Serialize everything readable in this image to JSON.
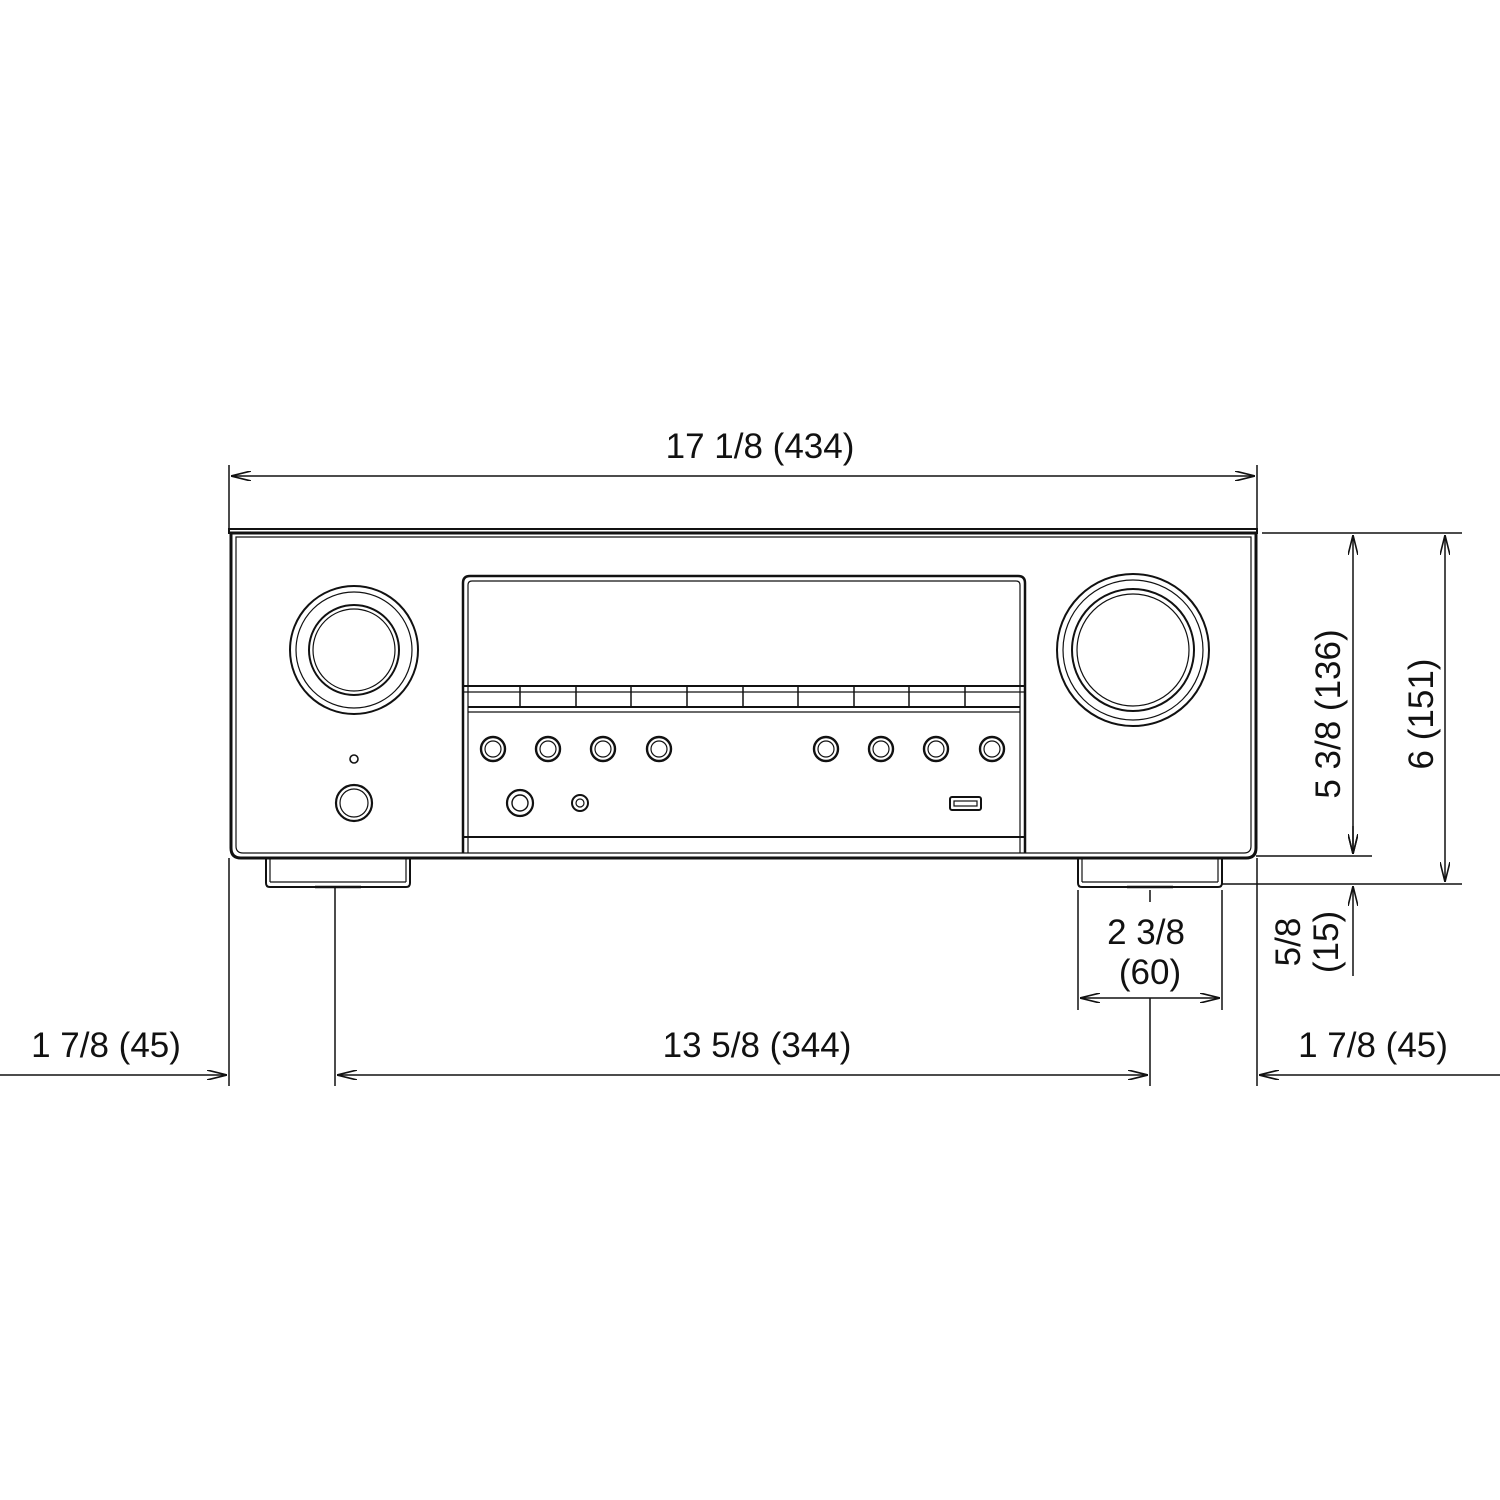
{
  "colors": {
    "ink": "#111111",
    "background": "#ffffff"
  },
  "dimensions": {
    "overall_width": "17 1/8 (434)",
    "body_height": "5 3/8 (136)",
    "overall_height": "6 (151)",
    "foot_height_in": "5/8",
    "foot_height_mm": "(15)",
    "foot_width_in": "2 3/8",
    "foot_width_mm": "(60)",
    "left_offset": "1 7/8 (45)",
    "right_offset": "1 7/8 (45)",
    "foot_spacing": "13 5/8 (344)"
  }
}
